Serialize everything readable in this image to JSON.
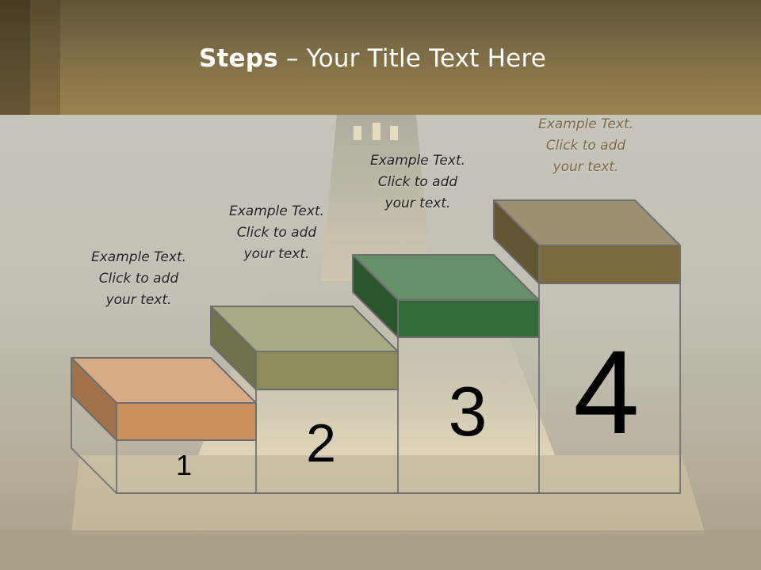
{
  "slide": {
    "title_bold": "Steps",
    "title_rest": " – Your Title Text Here"
  },
  "steps": [
    {
      "number": "1",
      "line1": "Example Text.",
      "line2": "Click  to add",
      "line3": "your text.",
      "color": "#c98f5d",
      "text_color": "#222222"
    },
    {
      "number": "2",
      "line1": "Example Text.",
      "line2": "Click  to add",
      "line3": "your text.",
      "color": "#8e8c5c",
      "text_color": "#222222"
    },
    {
      "number": "3",
      "line1": "Example Text.",
      "line2": "Click  to add",
      "line3": "your text.",
      "color": "#336b38",
      "text_color": "#222222"
    },
    {
      "number": "4",
      "line1": "Example Text.",
      "line2": "Click  to add",
      "line3": "your text.",
      "color": "#7b6a3f",
      "text_color": "#7a6a48"
    }
  ]
}
